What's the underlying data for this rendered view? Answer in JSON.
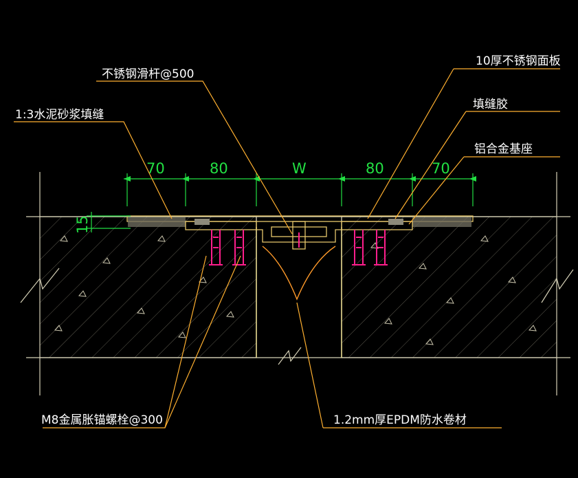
{
  "colors": {
    "background": "#000000",
    "structure": "#d7d2b8",
    "leader": "#ffb030",
    "dimension": "#22e043",
    "text": "#ffffff",
    "bolt": "#ff1e8c",
    "plate": "#e8c86c",
    "membrane": "#ff9a2a"
  },
  "labels": {
    "stainless_slide_bar": "不锈钢滑杆@500",
    "cement_mortar": "1:3水泥砂浆填缝",
    "stainless_cover_plate": "10厚不锈钢面板",
    "sealant": "填缝胶",
    "aluminium_base": "铝合金基座",
    "anchor_bolt": "M8金属胀锚螺栓@300",
    "epdm_membrane": "1.2mm厚EPDM防水卷材"
  },
  "dimensions": {
    "d1": "70",
    "d2": "80",
    "gap": "W",
    "d3": "80",
    "d4": "70",
    "depth": "15"
  }
}
